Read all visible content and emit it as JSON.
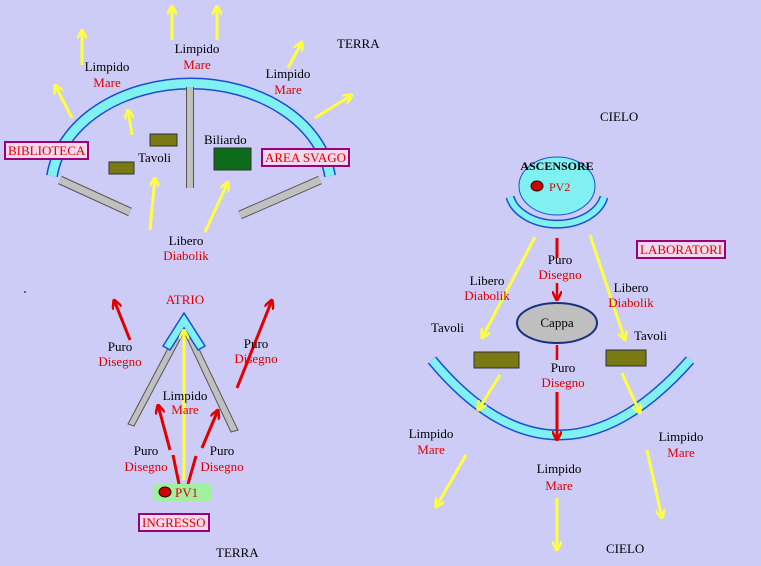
{
  "labels": {
    "terra_top": "TERRA",
    "terra_bottom": "TERRA",
    "cielo_top": "CIELO",
    "cielo_bottom": "CIELO",
    "biblioteca": "BIBLIOTECA",
    "area_svago": "AREA SVAGO",
    "laboratori": "LABORATORI",
    "ingresso": "INGRESSO",
    "atrio": "ATRIO",
    "tavoli_left": "Tavoli",
    "biliardo": "Biliardo",
    "ascensore": "ASCENSORE",
    "pv1": "PV1",
    "pv2": "PV2",
    "cappa": "Cappa",
    "tavoli_right_a": "Tavoli",
    "tavoli_right_b": "Tavoli"
  },
  "flows": {
    "limpido": "Limpido",
    "mare": "Mare",
    "libero": "Libero",
    "diabolik": "Diabolik",
    "puro": "Puro",
    "disegno": "Disegno"
  },
  "colors": {
    "background": "#ccccf6",
    "wall_cyan": "#80f0f0",
    "wall_border": "#1a4fd0",
    "wall_gray": "#c0c0c0",
    "table_olive": "#7a7a14",
    "billiard_green": "#0e6b1a",
    "arrow_yellow": "#ffff40",
    "arrow_red": "#e00000",
    "box_border": "#9a007a"
  },
  "icons": [
    "red-oval-marker-icon",
    "yellow-arrow-icon",
    "red-arrow-icon"
  ]
}
